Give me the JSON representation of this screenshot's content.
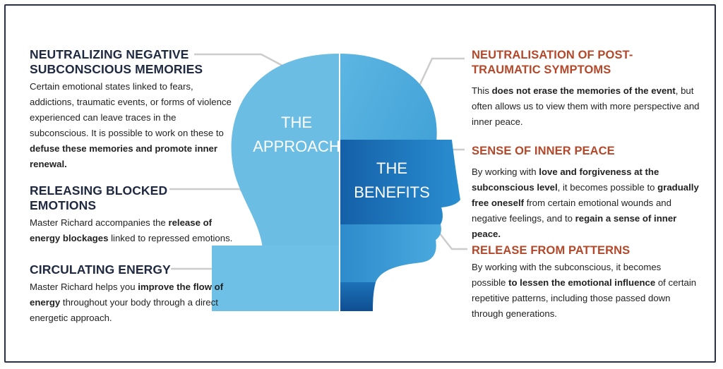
{
  "head_labels": {
    "left": [
      "THE",
      "APPROACH"
    ],
    "right": [
      "THE",
      "BENEFITS"
    ]
  },
  "left": [
    {
      "title": [
        "NEUTRALIZING NEGATIVE",
        "SUBCONSCIOUS MEMORIES"
      ],
      "body": [
        {
          "t": "Certain emotional states linked to fears, addictions, traumatic events, or forms of violence experienced can leave traces in the subconscious. It is possible to work on these to ",
          "b": false
        },
        {
          "t": "defuse these memories and promote inner renewal.",
          "b": true
        }
      ]
    },
    {
      "title": [
        "RELEASING BLOCKED",
        "EMOTIONS"
      ],
      "body": [
        {
          "t": "Master Richard accompanies the ",
          "b": false
        },
        {
          "t": "release of energy blockages",
          "b": true
        },
        {
          "t": " linked to repressed emotions.",
          "b": false
        }
      ]
    },
    {
      "title": [
        "CIRCULATING ENERGY"
      ],
      "body": [
        {
          "t": "Master Richard helps you ",
          "b": false
        },
        {
          "t": "improve the flow of energy",
          "b": true
        },
        {
          "t": " throughout your body through a direct energetic approach.",
          "b": false
        }
      ]
    }
  ],
  "right": [
    {
      "title": [
        "NEUTRALISATION OF POST-",
        "TRAUMATIC SYMPTOMS"
      ],
      "body": [
        {
          "t": "This ",
          "b": false
        },
        {
          "t": "does not erase the memories of the event",
          "b": true
        },
        {
          "t": ", but often allows us to view them with more perspective and inner peace.",
          "b": false
        }
      ]
    },
    {
      "title": [
        "SENSE OF INNER PEACE"
      ],
      "body": [
        {
          "t": "By working with ",
          "b": false
        },
        {
          "t": "love and forgiveness at the subconscious level",
          "b": true
        },
        {
          "t": ", it becomes possible to ",
          "b": false
        },
        {
          "t": "gradually free oneself",
          "b": true
        },
        {
          "t": " from certain emotional wounds and negative feelings, and to ",
          "b": false
        },
        {
          "t": "regain a sense of inner peace.",
          "b": true
        }
      ]
    },
    {
      "title": [
        "RELEASE FROM PATTERNS"
      ],
      "body": [
        {
          "t": "By working with the subconscious, it becomes possible ",
          "b": false
        },
        {
          "t": "to lessen the emotional influence",
          "b": true
        },
        {
          "t": " of certain repetitive patterns, including those passed down through generations.",
          "b": false
        }
      ]
    }
  ],
  "colors": {
    "left_head": "#6cbde3",
    "right_top": "#4aa9db",
    "right_mid": "#1e78be",
    "right_low": "#2a8ccc",
    "heading_dark": "#1f2940",
    "heading_orange": "#b3482a",
    "connector": "#cccccc"
  }
}
